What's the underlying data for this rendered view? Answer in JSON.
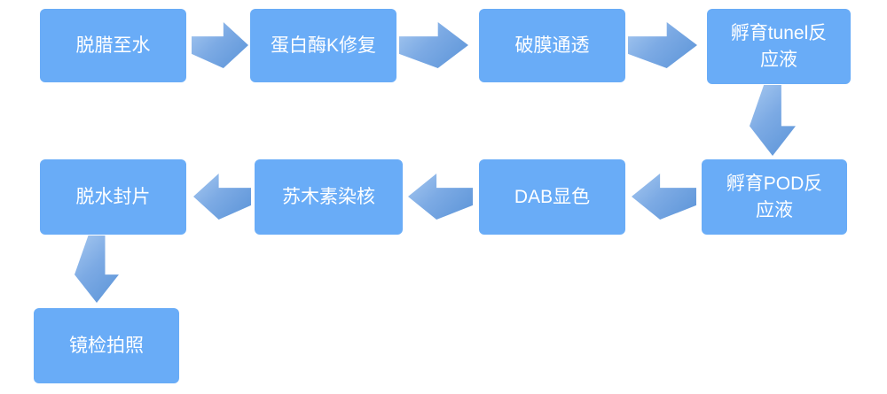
{
  "diagram": {
    "type": "flowchart",
    "title": "TUNEL staining workflow",
    "colors": {
      "node_fill": "#69acf7",
      "node_text": "#ffffff",
      "arrow_gradient_light": "#a6c8f0",
      "arrow_gradient_dark": "#5b94d8",
      "background": "#ffffff"
    },
    "nodes": [
      {
        "id": 1,
        "label": "脱腊至水"
      },
      {
        "id": 2,
        "label": "蛋白酶K修复"
      },
      {
        "id": 3,
        "label": "破膜通透"
      },
      {
        "id": 4,
        "label": "孵育tunel反\n应液"
      },
      {
        "id": 5,
        "label": "孵育POD反\n应液"
      },
      {
        "id": 6,
        "label": "DAB显色"
      },
      {
        "id": 7,
        "label": "苏木素染核"
      },
      {
        "id": 8,
        "label": "脱水封片"
      },
      {
        "id": 9,
        "label": "镜检拍照"
      }
    ],
    "flow_order": [
      "脱腊至水",
      "蛋白酶K修复",
      "破膜通透",
      "孵育tunel反应液",
      "孵育POD反应液",
      "DAB显色",
      "苏木素染核",
      "脱水封片",
      "镜检拍照"
    ],
    "arrows": [
      {
        "from": 1,
        "to": 2,
        "direction": "right"
      },
      {
        "from": 2,
        "to": 3,
        "direction": "right"
      },
      {
        "from": 3,
        "to": 4,
        "direction": "right"
      },
      {
        "from": 4,
        "to": 5,
        "direction": "down"
      },
      {
        "from": 5,
        "to": 6,
        "direction": "left"
      },
      {
        "from": 6,
        "to": 7,
        "direction": "left"
      },
      {
        "from": 7,
        "to": 8,
        "direction": "left"
      },
      {
        "from": 8,
        "to": 9,
        "direction": "down"
      }
    ]
  }
}
